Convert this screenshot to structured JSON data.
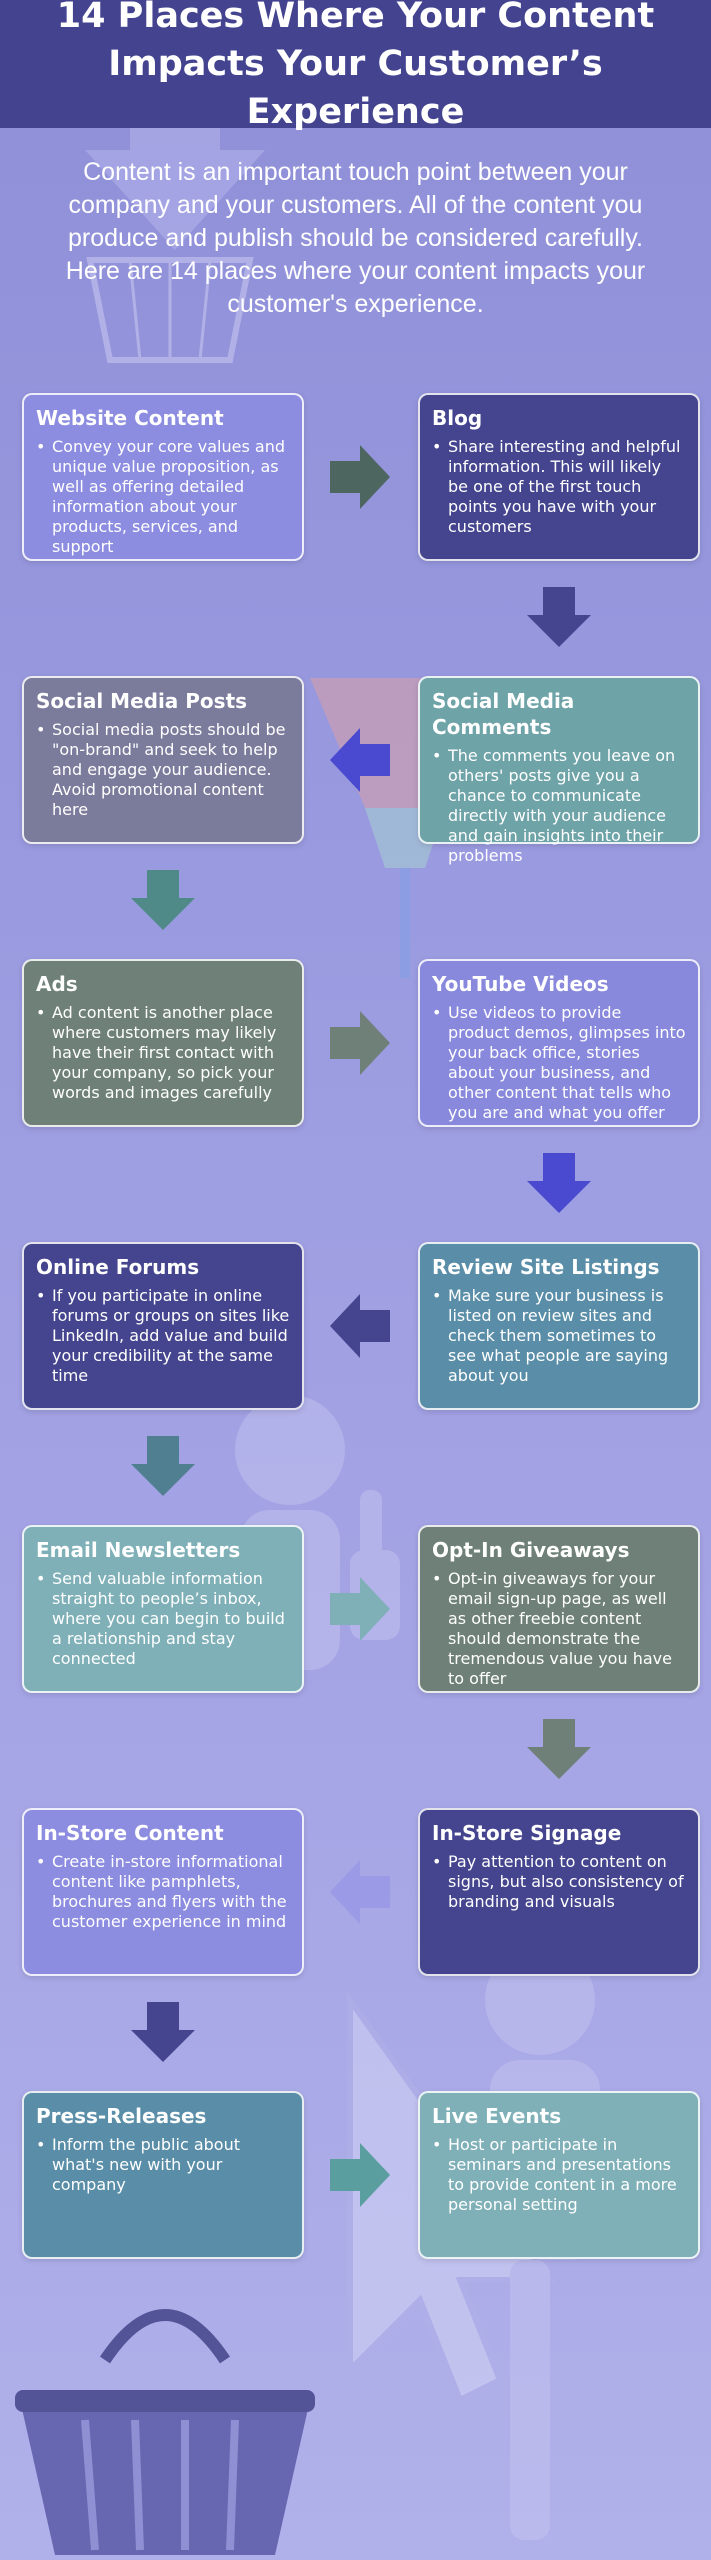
{
  "header": {
    "title": "14 Places Where Your Content Impacts Your Customer’s Experience"
  },
  "intro": "Content is an important touch point between your company and your customers. All of the content you produce and publish should be considered carefully. Here are 14 places where your content impacts your customer's experience.",
  "places": [
    {
      "title": "Website Content",
      "body": "Convey your core values and unique value proposition, as well as offering detailed information about your products, services, and support",
      "color": "#8c8ce0"
    },
    {
      "title": "Blog",
      "body": "Share interesting and helpful information.  This will likely be one of the first touch points you have with your customers",
      "color": "#45458f"
    },
    {
      "title": "Social Media Comments",
      "body": "The comments you leave on others' posts give you a chance to communicate directly with your audience and gain insights into their problems",
      "color": "#6ea3a8"
    },
    {
      "title": "Social Media Posts",
      "body": "Social media posts should be \"on-brand\" and seek to help and engage your audience. Avoid promotional content here",
      "color": "#7b7b9c"
    },
    {
      "title": "Ads",
      "body": "Ad content is another place where customers may likely have their first contact with your company, so pick your words and images carefully",
      "color": "#6e8078"
    },
    {
      "title": "YouTube Videos",
      "body": "Use videos to provide product demos, glimpses into your back office, stories about your business, and other content that tells who you are and what you offer",
      "color": "#8888dc"
    },
    {
      "title": "Review Site Listings",
      "body": "Make sure your business is listed on review sites and check them sometimes to see what people are saying about you",
      "color": "#5a8ea8"
    },
    {
      "title": "Online Forums",
      "body": "If you participate in online forums or groups on sites like LinkedIn, add value and build your credibility at the same time",
      "color": "#45458f"
    },
    {
      "title": "Email Newsletters",
      "body": "Send valuable information straight to people’s inbox, where you can begin to build a relationship and stay connected",
      "color": "#7fb0b8"
    },
    {
      "title": "Opt-In Giveaways",
      "body": "Opt-in giveaways for your email sign-up page, as well as other freebie content should demonstrate the tremendous value you have to offer",
      "color": "#6e8078"
    },
    {
      "title": "In-Store Signage",
      "body": "Pay attention to content on signs, but also consistency of branding and visuals",
      "color": "#45458f"
    },
    {
      "title": "In-Store Content",
      "body": "Create in-store informational content like pamphlets, brochures and flyers with the customer experience in mind",
      "color": "#8c8ce0"
    },
    {
      "title": "Press-Releases",
      "body": "Inform the public about what's new with your company",
      "color": "#5a8ea8"
    },
    {
      "title": "Live Events",
      "body": "Host or participate in seminars and presentations to provide content in a more personal setting",
      "color": "#7fb0b8"
    }
  ],
  "arrows": [
    {
      "dir": "right",
      "color": "#4e6660"
    },
    {
      "dir": "down",
      "color": "#45458f"
    },
    {
      "dir": "left",
      "color": "#4a4ad0"
    },
    {
      "dir": "down",
      "color": "#4f8a88"
    },
    {
      "dir": "right",
      "color": "#6e8078"
    },
    {
      "dir": "down",
      "color": "#4a4ad0"
    },
    {
      "dir": "left",
      "color": "#45458f"
    },
    {
      "dir": "down",
      "color": "#4f7f90"
    },
    {
      "dir": "right",
      "color": "#7fb0b8"
    },
    {
      "dir": "down",
      "color": "#6e8078"
    },
    {
      "dir": "left",
      "color": "#9a9ae6"
    },
    {
      "dir": "down",
      "color": "#45458f"
    },
    {
      "dir": "right",
      "color": "#5a9ea0"
    }
  ],
  "icons": [
    "shopping-cart-icon",
    "funnel-icon",
    "thumbs-up-figure-icon",
    "cursor-figure-icon",
    "shopping-basket-icon"
  ]
}
